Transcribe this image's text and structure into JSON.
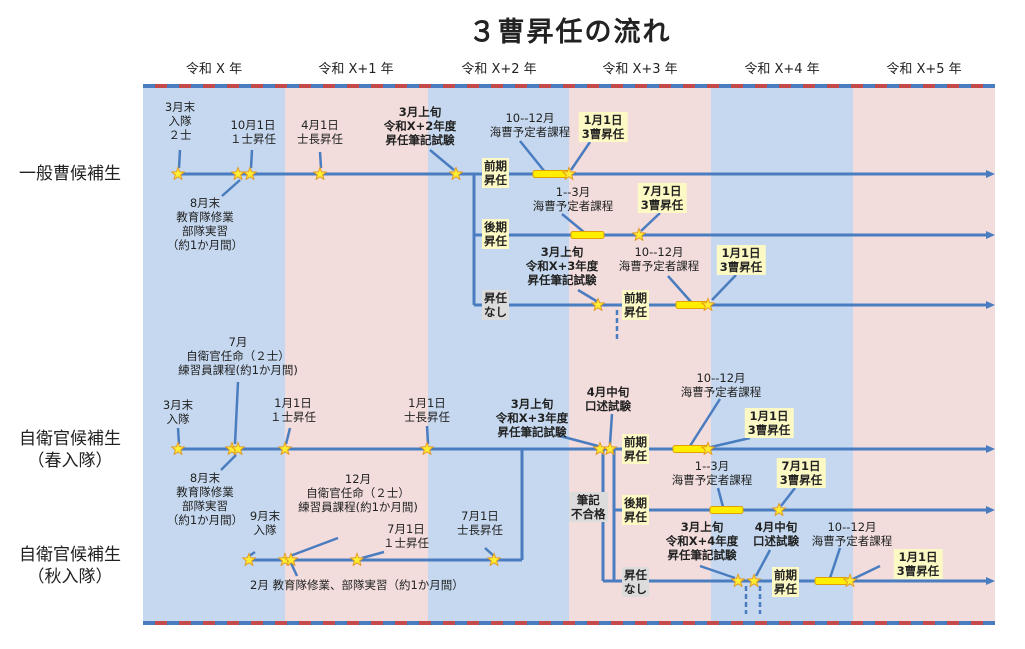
{
  "title": "３曹昇任の流れ",
  "years": [
    "令和 X 年",
    "令和 X+1 年",
    "令和 X+2 年",
    "令和 X+3 年",
    "令和 X+4 年",
    "令和 X+5 年"
  ],
  "rows": {
    "general": "一般曹候補生",
    "spring": "自衛官候補生\n（春入隊）",
    "autumn": "自衛官候補生\n（秋入隊）"
  },
  "colors": {
    "blue_band": "#c5d8ef",
    "pink_band": "#f2dcdc",
    "line": "#4a7cc0",
    "course_bar": "#ffee00",
    "star": "#ffee33"
  },
  "labels": {
    "g_enlist": "3月末\n入隊\n２士",
    "g_1shi": "10月1日\n１士昇任",
    "g_shicho": "4月1日\n士長昇任",
    "g_exam": "3月上旬\n令和X+2年度\n昇任筆記試験",
    "g_course1": "10--12月\n海曹予定者課程",
    "g_promo1": "1月1日\n3曹昇任",
    "g_training": "8月末\n教育隊修業\n部隊実習\n（約1か月間）",
    "g_course2": "1--3月\n海曹予定者課程",
    "g_promo2": "7月1日\n3曹昇任",
    "g_exam2": "3月上旬\n令和X+3年度\n昇任筆記試験",
    "g_course3": "10--12月\n海曹予定者課程",
    "g_promo3": "1月1日\n3曹昇任",
    "s_appoint": "7月\n自衛官任命（２士）\n練習員課程(約1か月間)",
    "s_enlist": "3月末\n入隊",
    "s_1shi": "1月1日\n１士昇任",
    "s_shicho": "1月1日\n士長昇任",
    "s_exam": "3月上旬\n令和X+3年度\n昇任筆記試験",
    "s_oral": "4月中旬\n口述試験",
    "s_course1": "10--12月\n海曹予定者課程",
    "s_promo1": "1月1日\n3曹昇任",
    "s_training": "8月末\n教育隊修業\n部隊実習\n（約1か月間）",
    "s_course2": "1--3月\n海曹予定者課程",
    "s_promo2": "7月1日\n3曹昇任",
    "s_exam2": "3月上旬\n令和X+4年度\n昇任筆記試験",
    "s_oral2": "4月中旬\n口述試験",
    "s_course3": "10--12月\n海曹予定者課程",
    "s_promo3": "1月1日\n3曹昇任",
    "a_appoint": "12月\n自衛官任命（２士）\n練習員課程(約1か月間)",
    "a_enlist": "9月末\n入隊",
    "a_1shi": "7月1日\n１士昇任",
    "a_shicho": "7月1日\n士長昇任",
    "a_training": "2月 教育隊修業、部隊実習（約1か月間）"
  },
  "tags": {
    "early": "前期\n昇任",
    "late": "後期\n昇任",
    "none": "昇任\nなし",
    "fail": "筆記\n不合格"
  }
}
